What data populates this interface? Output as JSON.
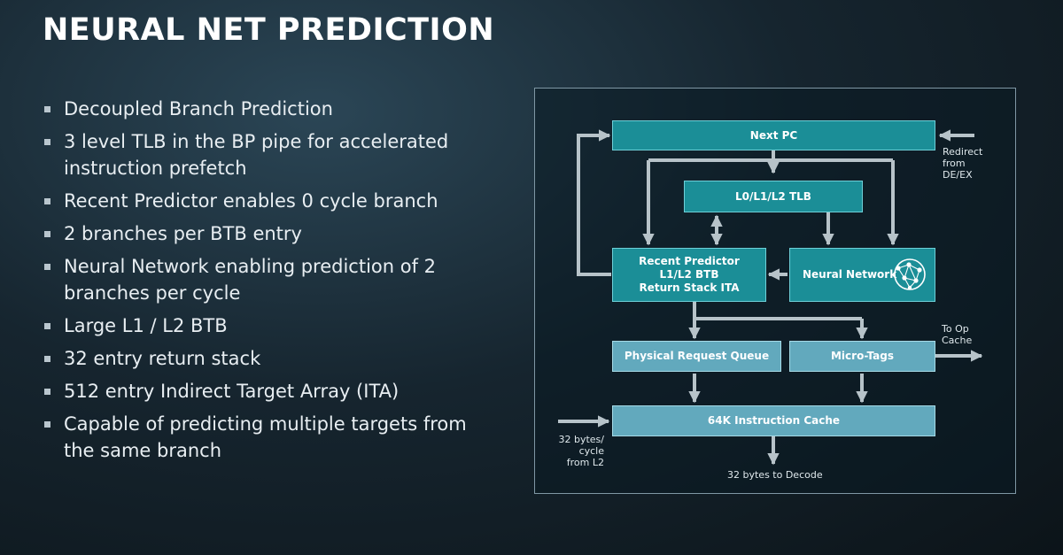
{
  "slide": {
    "title": "NEURAL NET PREDICTION"
  },
  "bullets": [
    "Decoupled Branch Prediction",
    "3 level TLB in the BP pipe for accelerated instruction prefetch",
    "Recent Predictor enables 0 cycle branch",
    "2 branches per BTB entry",
    "Neural Network enabling prediction of 2 branches per cycle",
    "Large L1 / L2 BTB",
    "32 entry return stack",
    "512 entry Indirect Target Array (ITA)",
    "Capable of predicting multiple targets from the same branch"
  ],
  "diagram": {
    "next_pc": "Next PC",
    "tlb": "L0/L1/L2 TLB",
    "recent_predictor_line1": "Recent Predictor",
    "recent_predictor_line2": "L1/L2 BTB",
    "recent_predictor_line3": "Return Stack ITA",
    "neural_network": "Neural Network",
    "physical_request_queue": "Physical Request Queue",
    "micro_tags": "Micro-Tags",
    "instruction_cache": "64K Instruction Cache",
    "redirect_line1": "Redirect",
    "redirect_line2": "from",
    "redirect_line3": "DE/EX",
    "to_op_line1": "To Op",
    "to_op_line2": "Cache",
    "bytes_line1": "32 bytes/",
    "bytes_line2": "cycle",
    "bytes_line3": "from L2",
    "decode": "32 bytes to Decode"
  },
  "colors": {
    "teal_box": "#1b8e97",
    "light_box": "#62a9bd",
    "arrow": "#b7c3c9"
  }
}
